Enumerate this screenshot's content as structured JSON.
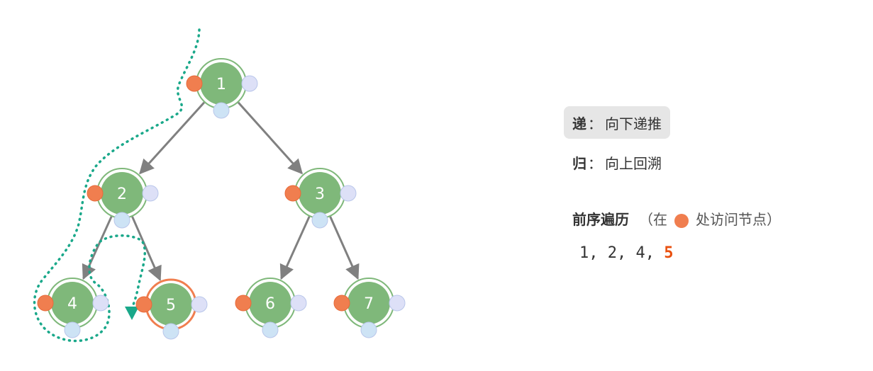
{
  "tree": {
    "nodes": [
      {
        "id": "1",
        "label": "1"
      },
      {
        "id": "2",
        "label": "2"
      },
      {
        "id": "3",
        "label": "3"
      },
      {
        "id": "4",
        "label": "4"
      },
      {
        "id": "5",
        "label": "5"
      },
      {
        "id": "6",
        "label": "6"
      },
      {
        "id": "7",
        "label": "7"
      }
    ],
    "edges": [
      [
        "1",
        "2"
      ],
      [
        "1",
        "3"
      ],
      [
        "2",
        "4"
      ],
      [
        "2",
        "5"
      ],
      [
        "3",
        "6"
      ],
      [
        "3",
        "7"
      ]
    ],
    "current_node": "5",
    "colors": {
      "node_fill": "#7fb87a",
      "node_ring": "#7fb87a",
      "current_ring": "#f07e4f",
      "pre_dot": "#f07e4f",
      "in_dot": "#cde3f5",
      "post_dot": "#dde0f7",
      "edge": "#808080",
      "path": "#1aa88a"
    }
  },
  "legend": {
    "recursion_key": "递",
    "recursion_text": "向下递推",
    "backtrack_key": "归",
    "backtrack_text": "向上回溯",
    "colon": "：",
    "title": "前序遍历",
    "paren_open": "（在",
    "paren_close": "处访问节点）",
    "sequence": [
      "1",
      "2",
      "4",
      "5"
    ],
    "separator": ", ",
    "current_index": 3
  }
}
